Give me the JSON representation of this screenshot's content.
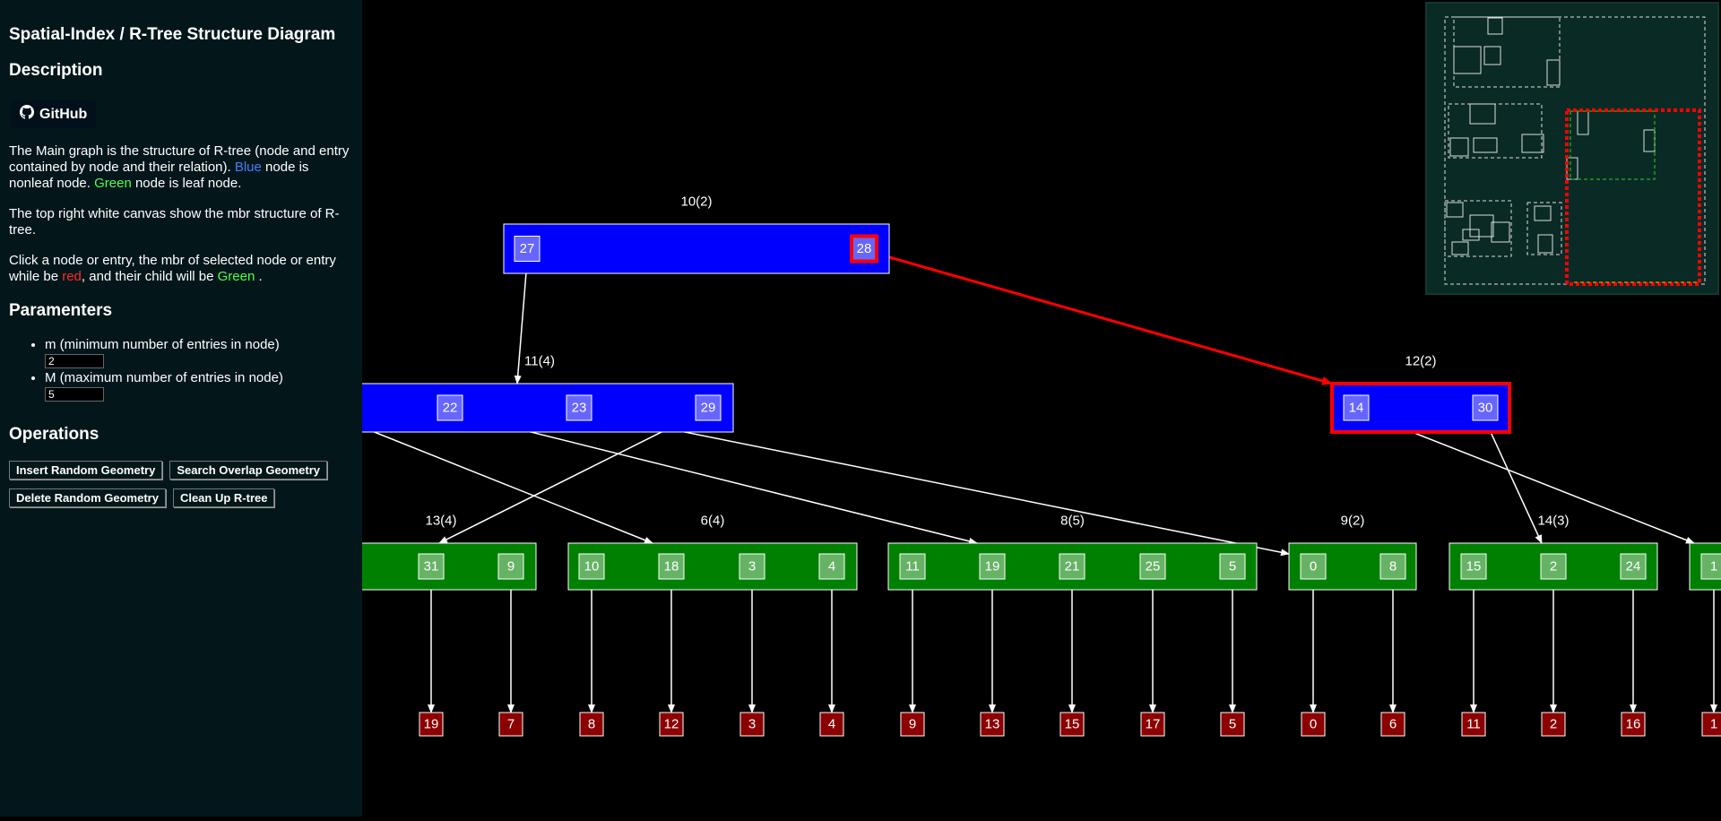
{
  "sidebar": {
    "title": "Spatial-Index / R-Tree Structure Diagram",
    "description_heading": "Description",
    "github_label": "GitHub",
    "para1_a": "The Main graph is the structure of R-tree (node and entry contained by node and their relation). ",
    "para1_blue": "Blue",
    "para1_b": " node is nonleaf node. ",
    "para1_green": "Green",
    "para1_c": " node is leaf node.",
    "para2": "The top right white canvas show the mbr structure of R-tree.",
    "para3_a": "Click a node or entry, the mbr of selected node or entry while be ",
    "para3_red": "red",
    "para3_b": ", and their child will be ",
    "para3_green": "Green",
    "para3_c": " .",
    "params_heading": "Paramenters",
    "param_m_label": "m (minimum number of entries in node)",
    "param_m_value": "2",
    "param_M_label": "M (maximum number of entries in node)",
    "param_M_value": "5",
    "ops_heading": "Operations",
    "ops": [
      "Insert Random Geometry",
      "Search Overlap Geometry",
      "Delete Random Geometry",
      "Clean Up R-tree"
    ]
  },
  "colors": {
    "nonleaf": "#0000ff",
    "leaf": "#008000",
    "geometry": "#8b0000",
    "selected": "#ff0000",
    "sidebar_bg": "#03171b"
  },
  "tree": {
    "root": {
      "label": "10(2)",
      "entries": [
        "27",
        "28"
      ],
      "selected_entry": "28"
    },
    "level1": [
      {
        "label": "11(4)",
        "entries": [
          "22",
          "23",
          "29"
        ]
      },
      {
        "label": "12(2)",
        "entries": [
          "14",
          "30"
        ],
        "selected": true
      }
    ],
    "leaves": [
      {
        "label": "13(4)",
        "entries": [
          "31",
          "9"
        ]
      },
      {
        "label": "6(4)",
        "entries": [
          "10",
          "18",
          "3",
          "4"
        ]
      },
      {
        "label": "8(5)",
        "entries": [
          "11",
          "19",
          "21",
          "25",
          "5"
        ]
      },
      {
        "label": "9(2)",
        "entries": [
          "0",
          "8"
        ]
      },
      {
        "label": "14(3)",
        "entries": [
          "15",
          "2",
          "24"
        ]
      },
      {
        "label": "",
        "entries": [
          "1"
        ]
      }
    ],
    "geometries": [
      "19",
      "7",
      "8",
      "12",
      "3",
      "4",
      "9",
      "13",
      "15",
      "17",
      "5",
      "0",
      "6",
      "11",
      "2",
      "16",
      "1"
    ]
  }
}
